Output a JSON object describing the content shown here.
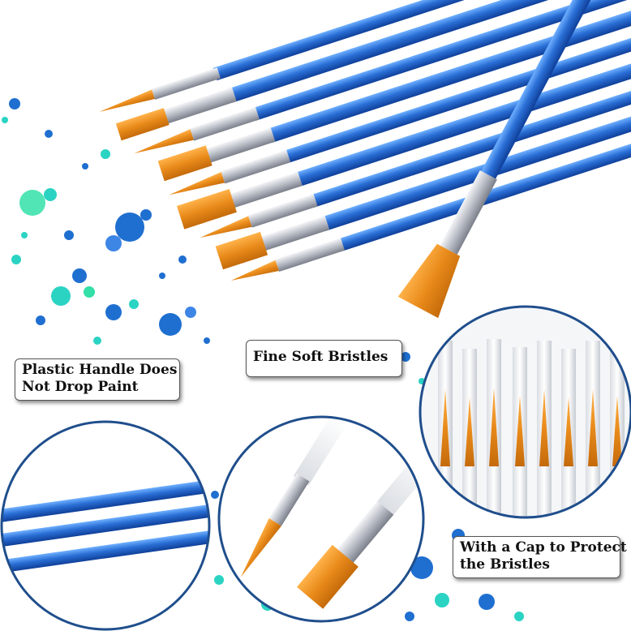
{
  "labels": {
    "plastic_handle": [
      "Plastic Handle Does",
      "Not Drop Paint"
    ],
    "soft_bristles": "Fine Soft Bristles",
    "cap_protect": [
      "With a Cap to Protect",
      "the Bristles"
    ]
  },
  "colors": {
    "handle_blue": "#2a6fd6",
    "bristle_orange": "#e88a1a",
    "ferrule_silver": "#c9ccd3",
    "splash_blue": "#1f6fd0",
    "splash_teal": "#2bd3c3",
    "circle_border": "#1f4e8c"
  }
}
